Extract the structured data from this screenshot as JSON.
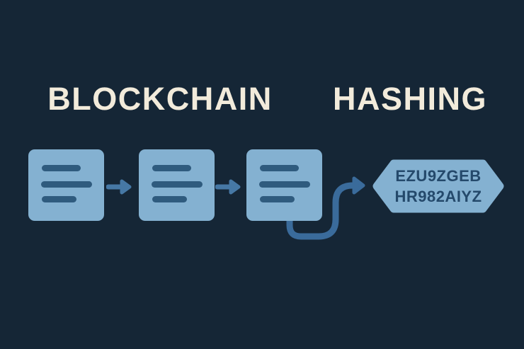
{
  "header": {
    "left_title": "BLOCKCHAIN",
    "right_title": "HASHING"
  },
  "diagram": {
    "block_icon": "document-lines-icon",
    "block_count": 3,
    "arrow_icon": "right-arrow-icon",
    "curve_icon": "curved-right-arrow-icon",
    "hash_output": {
      "line1": "EZU9ZGEB",
      "line2": "HR982AIYZ"
    }
  },
  "colors": {
    "background": "#152636",
    "block": "#84b1d1",
    "block_line": "#2f5b7e",
    "arrow": "#4678a5",
    "curve_arrow": "#3a6b9b",
    "title_text": "#f2ebdb",
    "hash_text": "#24496b"
  }
}
